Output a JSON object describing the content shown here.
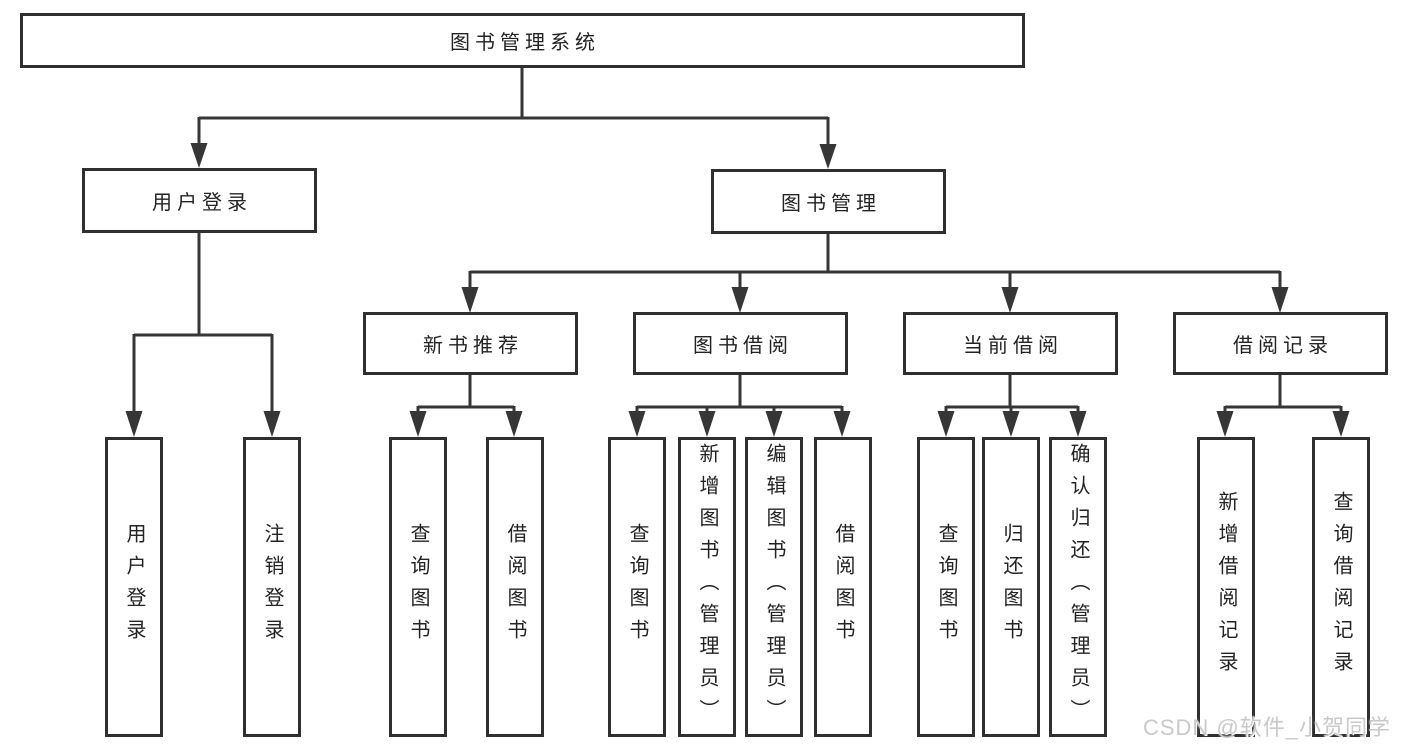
{
  "tree": {
    "root": "图书管理系统",
    "children": [
      {
        "label": "用户登录",
        "children": [
          "用户登录",
          "注销登录"
        ]
      },
      {
        "label": "图书管理",
        "children": [
          {
            "label": "新书推荐",
            "children": [
              "查询图书",
              "借阅图书"
            ]
          },
          {
            "label": "图书借阅",
            "children": [
              "查询图书",
              "新增图书（管理员）",
              "编辑图书（管理员）",
              "借阅图书"
            ]
          },
          {
            "label": "当前借阅",
            "children": [
              "查询图书",
              "归还图书",
              "确认归还（管理员）"
            ]
          },
          {
            "label": "借阅记录",
            "children": [
              "新增借阅记录",
              "查询借阅记录"
            ]
          }
        ]
      }
    ]
  },
  "watermark": "CSDN @软件_小贺同学",
  "colors": {
    "line": "#363636",
    "box_border": "#2f2f2f",
    "text": "#232323",
    "watermark": "#c9c9c9",
    "background": "#ffffff"
  }
}
